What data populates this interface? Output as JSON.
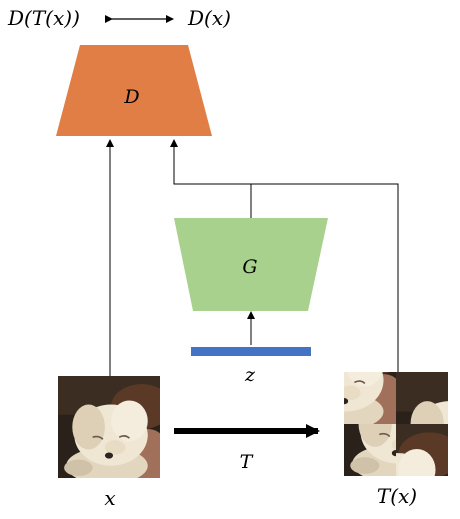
{
  "labels": {
    "d_of_t": "D(T(x))",
    "d_of_x": "D(x)",
    "discriminator": "D",
    "generator": "G",
    "noise": "z",
    "input_image": "x",
    "transform": "T",
    "transformed_image": "T(x)"
  },
  "colors": {
    "discriminator": "#E07E45",
    "generator": "#A9D18E",
    "noise_bar": "#4472C4",
    "line": "#000000",
    "background": "#FFFFFF"
  },
  "images": {
    "input_image": "puppy-photo",
    "transformed_image": "puppy-photo-patch-shuffled-2x2"
  }
}
